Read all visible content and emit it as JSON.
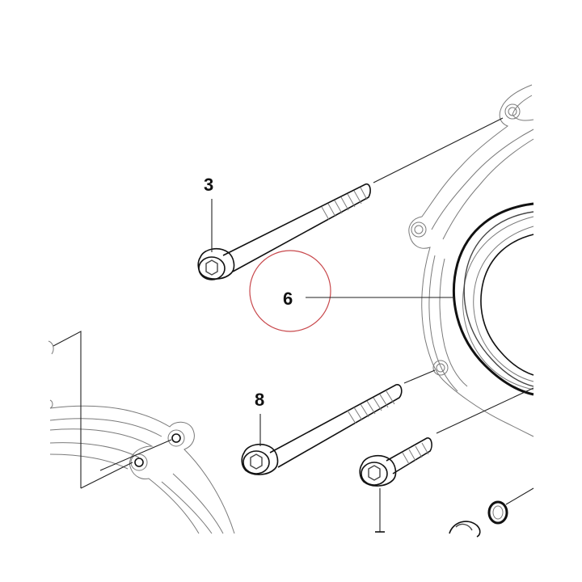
{
  "diagram": {
    "callouts": [
      {
        "id": "3",
        "label": "3"
      },
      {
        "id": "6",
        "label": "6"
      },
      {
        "id": "8",
        "label": "8"
      }
    ],
    "highlight": {
      "target": "6",
      "color": "#c8484c"
    }
  }
}
